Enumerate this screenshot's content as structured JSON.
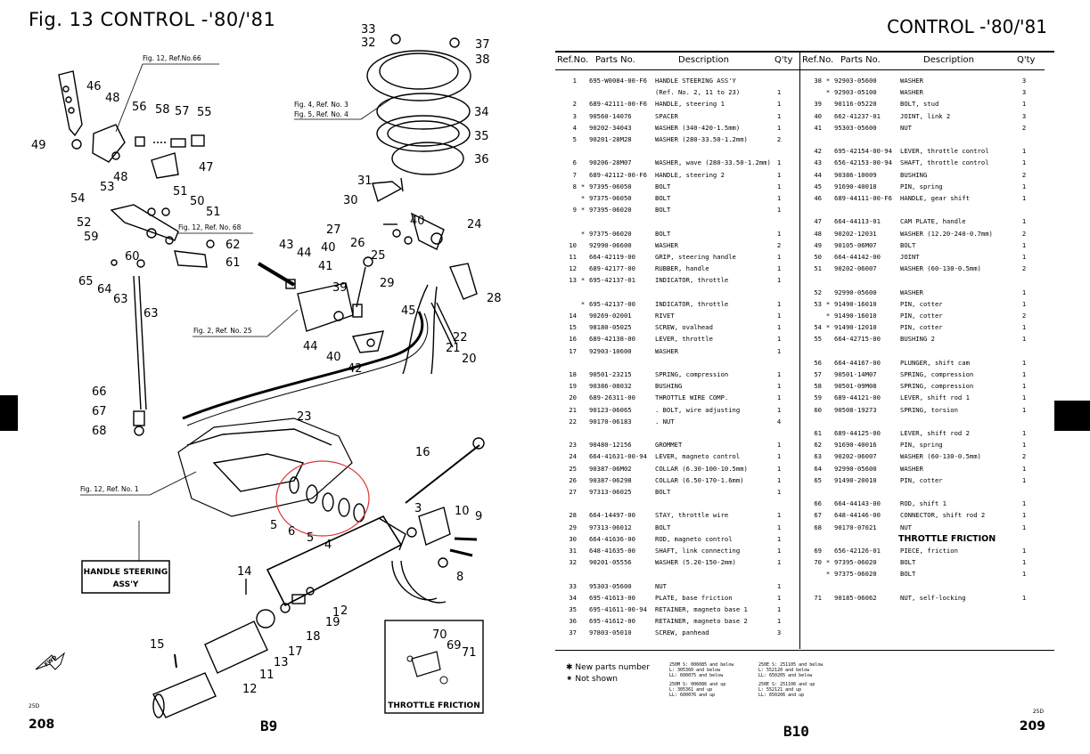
{
  "left_page": {
    "fig_title": "Fig. 13  CONTROL -'80/'81",
    "page_number": "208",
    "code": "25D",
    "bottom_code": "B9",
    "ref_notes": {
      "fig12_66": "Fig. 12, Ref.No.66",
      "fig4_3": "Fig. 4, Ref. No. 3",
      "fig5_4": "Fig. 5, Ref. No. 4",
      "fig12_68": "Fig. 12, Ref. No. 68",
      "fig2_25": "Fig. 2, Ref. No. 25",
      "fig12_1": "Fig. 12, Ref. No. 1"
    },
    "handle_label_1": "HANDLE STEERING",
    "handle_label_2": "ASS'Y",
    "throttle_label": "THROTTLE FRICTION",
    "fwd": "FWD",
    "callouts": {
      "c1": "1",
      "c2": "2",
      "c3": "3",
      "c4": "4",
      "c5a": "5",
      "c5b": "5",
      "c6": "6",
      "c8": "8",
      "c9": "9",
      "c10": "10",
      "c11": "11",
      "c12": "12",
      "c13": "13",
      "c14": "14",
      "c15": "15",
      "c16": "16",
      "c17": "17",
      "c18": "18",
      "c19": "19",
      "c20": "20",
      "c21": "21",
      "c22": "22",
      "c23": "23",
      "c24": "24",
      "c25": "25",
      "c26": "26",
      "c27": "27",
      "c28": "28",
      "c29": "29",
      "c30": "30",
      "c31": "31",
      "c32": "32",
      "c33": "33",
      "c34": "34",
      "c35": "35",
      "c36": "36",
      "c37": "37",
      "c38": "38",
      "c39": "39",
      "c40a": "40",
      "c40b": "40",
      "c40c": "40",
      "c41": "41",
      "c42": "42",
      "c43": "43",
      "c44a": "44",
      "c44b": "44",
      "c45": "45",
      "c46": "46",
      "c47": "47",
      "c48a": "48",
      "c48b": "48",
      "c49": "49",
      "c50": "50",
      "c51a": "51",
      "c51b": "51",
      "c52": "52",
      "c53": "53",
      "c54": "54",
      "c55": "55",
      "c56": "56",
      "c57": "57",
      "c58": "58",
      "c59": "59",
      "c60": "60",
      "c61": "61",
      "c62": "62",
      "c63a": "63",
      "c63b": "63",
      "c64": "64",
      "c65": "65",
      "c66": "66",
      "c67": "67",
      "c68": "68",
      "c69": "69",
      "c70": "70",
      "c71": "71"
    }
  },
  "right_page": {
    "title": "CONTROL -'80/'81",
    "page_number": "209",
    "code": "25D",
    "bottom_code": "B10",
    "headers": {
      "ref": "Ref.No.",
      "part": "Parts  No.",
      "desc": "Description",
      "qty": "Q'ty"
    },
    "left_rows": [
      {
        "ref": "1",
        "mark": "",
        "part": "695-W0084-00-F6",
        "desc": "HANDLE STEERING ASS'Y",
        "qty": ""
      },
      {
        "ref": "",
        "mark": "",
        "part": "",
        "desc": "(Ref. No. 2, 11 to 23)",
        "qty": "1"
      },
      {
        "ref": "2",
        "mark": "",
        "part": "689-42111-00-F6",
        "desc": "HANDLE, steering 1",
        "qty": "1"
      },
      {
        "ref": "3",
        "mark": "",
        "part": "90560-14076",
        "desc": "SPACER",
        "qty": "1"
      },
      {
        "ref": "4",
        "mark": "",
        "part": "90202-34043",
        "desc": "WASHER (340-420-1.5mm)",
        "qty": "1"
      },
      {
        "ref": "5",
        "mark": "",
        "part": "90201-28M28",
        "desc": "WASHER (280-33.50-1.2mm)",
        "qty": "2"
      },
      {
        "ref": "",
        "mark": "",
        "part": "",
        "desc": "",
        "qty": ""
      },
      {
        "ref": "6",
        "mark": "",
        "part": "90206-28M07",
        "desc": "WASHER, wave (280-33.50-1.2mm)",
        "qty": "1"
      },
      {
        "ref": "7",
        "mark": "",
        "part": "689-42112-00-F6",
        "desc": "HANDLE, steering 2",
        "qty": "1"
      },
      {
        "ref": "8",
        "mark": "*",
        "part": "97395-06050",
        "desc": "BOLT",
        "qty": "1"
      },
      {
        "ref": "",
        "mark": "*",
        "part": "97375-06050",
        "desc": "BOLT",
        "qty": "1"
      },
      {
        "ref": "9",
        "mark": "*",
        "part": "97395-06020",
        "desc": "BOLT",
        "qty": "1"
      },
      {
        "ref": "",
        "mark": "",
        "part": "",
        "desc": "",
        "qty": ""
      },
      {
        "ref": "",
        "mark": "*",
        "part": "97375-06020",
        "desc": "BOLT",
        "qty": "1"
      },
      {
        "ref": "10",
        "mark": "",
        "part": "92990-06600",
        "desc": "WASHER",
        "qty": "2"
      },
      {
        "ref": "11",
        "mark": "",
        "part": "664-42119-00",
        "desc": "GRIP, steering handle",
        "qty": "1"
      },
      {
        "ref": "12",
        "mark": "",
        "part": "689-42177-00",
        "desc": "RUBBER, handle",
        "qty": "1"
      },
      {
        "ref": "13",
        "mark": "*",
        "part": "695-42137-01",
        "desc": "INDICATOR, throttle",
        "qty": "1"
      },
      {
        "ref": "",
        "mark": "",
        "part": "",
        "desc": "",
        "qty": ""
      },
      {
        "ref": "",
        "mark": "*",
        "part": "695-42137-00",
        "desc": "INDICATOR, throttle",
        "qty": "1"
      },
      {
        "ref": "14",
        "mark": "",
        "part": "90269-02001",
        "desc": "RIVET",
        "qty": "1"
      },
      {
        "ref": "15",
        "mark": "",
        "part": "98180-05025",
        "desc": "SCREW, ovalhead",
        "qty": "1"
      },
      {
        "ref": "16",
        "mark": "",
        "part": "689-42138-00",
        "desc": "LEVER, throttle",
        "qty": "1"
      },
      {
        "ref": "17",
        "mark": "",
        "part": "92903-10600",
        "desc": "WASHER",
        "qty": "1"
      },
      {
        "ref": "",
        "mark": "",
        "part": "",
        "desc": "",
        "qty": ""
      },
      {
        "ref": "18",
        "mark": "",
        "part": "90501-23215",
        "desc": "SPRING, compression",
        "qty": "1"
      },
      {
        "ref": "19",
        "mark": "",
        "part": "90386-08032",
        "desc": "BUSHING",
        "qty": "1"
      },
      {
        "ref": "20",
        "mark": "",
        "part": "689-26311-00",
        "desc": "THROTTLE WIRE COMP.",
        "qty": "1"
      },
      {
        "ref": "21",
        "mark": "",
        "part": "90123-06065",
        "desc": ". BOLT, wire adjusting",
        "qty": "1"
      },
      {
        "ref": "22",
        "mark": "",
        "part": "90170-06183",
        "desc": ". NUT",
        "qty": "4"
      },
      {
        "ref": "",
        "mark": "",
        "part": "",
        "desc": "",
        "qty": ""
      },
      {
        "ref": "23",
        "mark": "",
        "part": "90480-12156",
        "desc": "GROMMET",
        "qty": "1"
      },
      {
        "ref": "24",
        "mark": "",
        "part": "664-41631-00-94",
        "desc": "LEVER, magneto control",
        "qty": "1"
      },
      {
        "ref": "25",
        "mark": "",
        "part": "90387-06M02",
        "desc": "COLLAR (6.30-100-10.5mm)",
        "qty": "1"
      },
      {
        "ref": "26",
        "mark": "",
        "part": "90387-06298",
        "desc": "COLLAR (6.50-170-1.6mm)",
        "qty": "1"
      },
      {
        "ref": "27",
        "mark": "",
        "part": "97313-06025",
        "desc": "BOLT",
        "qty": "1"
      },
      {
        "ref": "",
        "mark": "",
        "part": "",
        "desc": "",
        "qty": ""
      },
      {
        "ref": "28",
        "mark": "",
        "part": "664-14497-00",
        "desc": "STAY, throttle wire",
        "qty": "1"
      },
      {
        "ref": "29",
        "mark": "",
        "part": "97313-06012",
        "desc": "BOLT",
        "qty": "1"
      },
      {
        "ref": "30",
        "mark": "",
        "part": "664-41636-00",
        "desc": "ROD, magneto control",
        "qty": "1"
      },
      {
        "ref": "31",
        "mark": "",
        "part": "648-41635-00",
        "desc": "SHAFT, link connecting",
        "qty": "1"
      },
      {
        "ref": "32",
        "mark": "",
        "part": "90201-05556",
        "desc": "WASHER (5.20-150-2mm)",
        "qty": "1"
      },
      {
        "ref": "",
        "mark": "",
        "part": "",
        "desc": "",
        "qty": ""
      },
      {
        "ref": "33",
        "mark": "",
        "part": "95303-05600",
        "desc": "NUT",
        "qty": "1"
      },
      {
        "ref": "34",
        "mark": "",
        "part": "695-41613-00",
        "desc": "PLATE, base friction",
        "qty": "1"
      },
      {
        "ref": "35",
        "mark": "",
        "part": "695-41611-00-94",
        "desc": "RETAINER, magneto base 1",
        "qty": "1"
      },
      {
        "ref": "36",
        "mark": "",
        "part": "695-41612-00",
        "desc": "RETAINER, magneto base 2",
        "qty": "1"
      },
      {
        "ref": "37",
        "mark": "",
        "part": "97803-05010",
        "desc": "SCREW, panhead",
        "qty": "3"
      }
    ],
    "right_rows": [
      {
        "ref": "38",
        "mark": "*",
        "part": "92903-05600",
        "desc": "WASHER",
        "qty": "3"
      },
      {
        "ref": "",
        "mark": "*",
        "part": "92903-05100",
        "desc": "WASHER",
        "qty": "3"
      },
      {
        "ref": "39",
        "mark": "",
        "part": "90116-05220",
        "desc": "BOLT, stud",
        "qty": "1"
      },
      {
        "ref": "40",
        "mark": "",
        "part": "662-41237-01",
        "desc": "JOINT, link 2",
        "qty": "3"
      },
      {
        "ref": "41",
        "mark": "",
        "part": "95303-05600",
        "desc": "NUT",
        "qty": "2"
      },
      {
        "ref": "",
        "mark": "",
        "part": "",
        "desc": "",
        "qty": ""
      },
      {
        "ref": "42",
        "mark": "",
        "part": "695-42154-00-94",
        "desc": "LEVER, throttle control",
        "qty": "1"
      },
      {
        "ref": "43",
        "mark": "",
        "part": "656-42153-00-94",
        "desc": "SHAFT, throttle control",
        "qty": "1"
      },
      {
        "ref": "44",
        "mark": "",
        "part": "90386-10009",
        "desc": "BUSHING",
        "qty": "2"
      },
      {
        "ref": "45",
        "mark": "",
        "part": "91690-40018",
        "desc": "PIN, spring",
        "qty": "1"
      },
      {
        "ref": "46",
        "mark": "",
        "part": "689-44111-00-F6",
        "desc": "HANDLE, gear shift",
        "qty": "1"
      },
      {
        "ref": "",
        "mark": "",
        "part": "",
        "desc": "",
        "qty": ""
      },
      {
        "ref": "47",
        "mark": "",
        "part": "664-44113-01",
        "desc": "CAM PLATE, handle",
        "qty": "1"
      },
      {
        "ref": "48",
        "mark": "",
        "part": "90202-12031",
        "desc": "WASHER (12.20-240-0.7mm)",
        "qty": "2"
      },
      {
        "ref": "49",
        "mark": "",
        "part": "90105-06M07",
        "desc": "BOLT",
        "qty": "1"
      },
      {
        "ref": "50",
        "mark": "",
        "part": "664-44142-00",
        "desc": "JOINT",
        "qty": "1"
      },
      {
        "ref": "51",
        "mark": "",
        "part": "90202-06007",
        "desc": "WASHER (60-130-0.5mm)",
        "qty": "2"
      },
      {
        "ref": "",
        "mark": "",
        "part": "",
        "desc": "",
        "qty": ""
      },
      {
        "ref": "52",
        "mark": "",
        "part": "92990-05600",
        "desc": "WASHER",
        "qty": "1"
      },
      {
        "ref": "53",
        "mark": "*",
        "part": "91490-16010",
        "desc": "PIN, cotter",
        "qty": "1"
      },
      {
        "ref": "",
        "mark": "*",
        "part": "91490-16010",
        "desc": "PIN, cotter",
        "qty": "2"
      },
      {
        "ref": "54",
        "mark": "*",
        "part": "91490-12010",
        "desc": "PIN, cotter",
        "qty": "1"
      },
      {
        "ref": "55",
        "mark": "",
        "part": "664-42715-00",
        "desc": "BUSHING 2",
        "qty": "1"
      },
      {
        "ref": "",
        "mark": "",
        "part": "",
        "desc": "",
        "qty": ""
      },
      {
        "ref": "56",
        "mark": "",
        "part": "664-44167-00",
        "desc": "PLUNGER, shift cam",
        "qty": "1"
      },
      {
        "ref": "57",
        "mark": "",
        "part": "90501-14M07",
        "desc": "SPRING, compression",
        "qty": "1"
      },
      {
        "ref": "58",
        "mark": "",
        "part": "90501-09M08",
        "desc": "SPRING, compression",
        "qty": "1"
      },
      {
        "ref": "59",
        "mark": "",
        "part": "689-44121-00",
        "desc": "LEVER, shift rod 1",
        "qty": "1"
      },
      {
        "ref": "60",
        "mark": "",
        "part": "90508-19273",
        "desc": "SPRING, torsion",
        "qty": "1"
      },
      {
        "ref": "",
        "mark": "",
        "part": "",
        "desc": "",
        "qty": ""
      },
      {
        "ref": "61",
        "mark": "",
        "part": "689-44125-00",
        "desc": "LEVER, shift rod 2",
        "qty": "1"
      },
      {
        "ref": "62",
        "mark": "",
        "part": "91690-40016",
        "desc": "PIN, spring",
        "qty": "1"
      },
      {
        "ref": "63",
        "mark": "",
        "part": "90202-06007",
        "desc": "WASHER (60-130-0.5mm)",
        "qty": "2"
      },
      {
        "ref": "64",
        "mark": "",
        "part": "92990-05600",
        "desc": "WASHER",
        "qty": "1"
      },
      {
        "ref": "65",
        "mark": "",
        "part": "91490-20010",
        "desc": "PIN, cotter",
        "qty": "1"
      },
      {
        "ref": "",
        "mark": "",
        "part": "",
        "desc": "",
        "qty": ""
      },
      {
        "ref": "66",
        "mark": "",
        "part": "664-44143-00",
        "desc": "ROD, shift 1",
        "qty": "1"
      },
      {
        "ref": "67",
        "mark": "",
        "part": "648-44146-00",
        "desc": "CONNECTOR, shift rod 2",
        "qty": "1"
      },
      {
        "ref": "68",
        "mark": "",
        "part": "90170-07021",
        "desc": "NUT",
        "qty": "1"
      },
      {
        "ref": "",
        "mark": "",
        "part": "",
        "desc": "THROTTLE FRICTION",
        "qty": "",
        "section": true
      },
      {
        "ref": "69",
        "mark": "",
        "part": "656-42126-01",
        "desc": "PIECE, friction",
        "qty": "1"
      },
      {
        "ref": "70",
        "mark": "*",
        "part": "97395-06020",
        "desc": "BOLT",
        "qty": "1"
      },
      {
        "ref": "",
        "mark": "*",
        "part": "97375-06020",
        "desc": "BOLT",
        "qty": "1"
      },
      {
        "ref": "",
        "mark": "",
        "part": "",
        "desc": "",
        "qty": ""
      },
      {
        "ref": "71",
        "mark": "",
        "part": "90185-06062",
        "desc": "NUT, self-locking",
        "qty": "1"
      }
    ],
    "legend": {
      "new_parts": "New parts number",
      "not_shown": "Not shown"
    },
    "footnote": {
      "a1": "250M S: 006085 and below",
      "a2": "L: 305360 and below",
      "a3": "LL: 600075 and below",
      "a4": "250E S: 251105 and below",
      "a5": "L: 552120 and below",
      "a6": "LL: 650205 and below",
      "b1": "250M S: 006086 and up",
      "b2": "L: 305361 and up",
      "b3": "LL: 600076 and up",
      "b4": "250E S: 251106 and up",
      "b5": "L: 552121 and up",
      "b6": "LL: 650206 and up"
    }
  }
}
